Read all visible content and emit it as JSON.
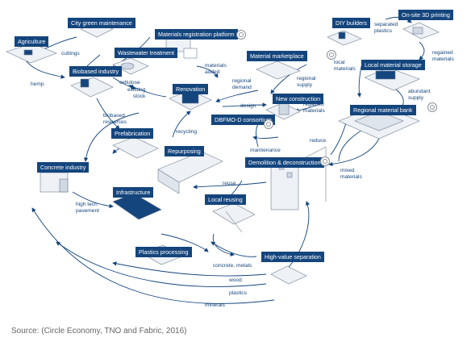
{
  "nodes": {
    "city_green_maintenance": "City green maintenance",
    "agriculture": "Agriculture",
    "wastewater_treatment": "Wastewater treatment",
    "biobased_industry": "Biobased industry",
    "materials_registration_platform": "Materials registration platform",
    "material_marketplace": "Material marketplace",
    "diy_builders": "DIY builders",
    "onsite_3d_printing": "On-site 3D printing",
    "local_material_storage": "Local material storage",
    "regional_material_bank": "Regional material bank",
    "renovation": "Renovation",
    "new_construction": "New construction",
    "dbfmo_consortium": "DBFMO-D consortium",
    "prefabrication": "Prefabrication",
    "repurposing": "Repurposing",
    "demolition_deconstruction": "Demolition & deconstruction",
    "concrete_industry": "Concrete industry",
    "infrastructure": "Infrastructure",
    "local_reusing": "Local reusing",
    "plastics_processing": "Plastics processing",
    "high_value_separation": "High-value separation"
  },
  "flows": {
    "cuttings": "cuttings",
    "hemp": "hemp",
    "cellulose": "cellulose",
    "existing_stock": "existing\nstock",
    "biobased_resources": "biobased\nresources",
    "materials_added": "materials\nadded",
    "regional_demand": "regional\ndemand",
    "regional_supply": "regional\nsupply",
    "separated_plastics": "separated\nplastics",
    "regained_materials_top": "regained\nmaterials",
    "local_materials": "local\nmaterials",
    "abundant_supply": "abundant\nsupply",
    "design": "design",
    "regained_materials_mid": "regained\nmaterials",
    "recycling": "recycling",
    "maintenance": "maintenance",
    "reduce": "reduce",
    "mixed_materials": "mixed\nmaterials",
    "reuse": "reuse",
    "high_tech_pavement": "high tech\npavement",
    "concrete_metals": "concrete, metals",
    "wood": "wood",
    "plastics": "plastics",
    "minerals": "minerals"
  },
  "source": "Source: (Circle Economy, TNO and Fabric, 2016)",
  "colors": {
    "label_bg": "#14457d",
    "label_text": "#ffffff",
    "flow": "#14457d",
    "illustration": "#6f7f93",
    "source_text": "#666666"
  }
}
